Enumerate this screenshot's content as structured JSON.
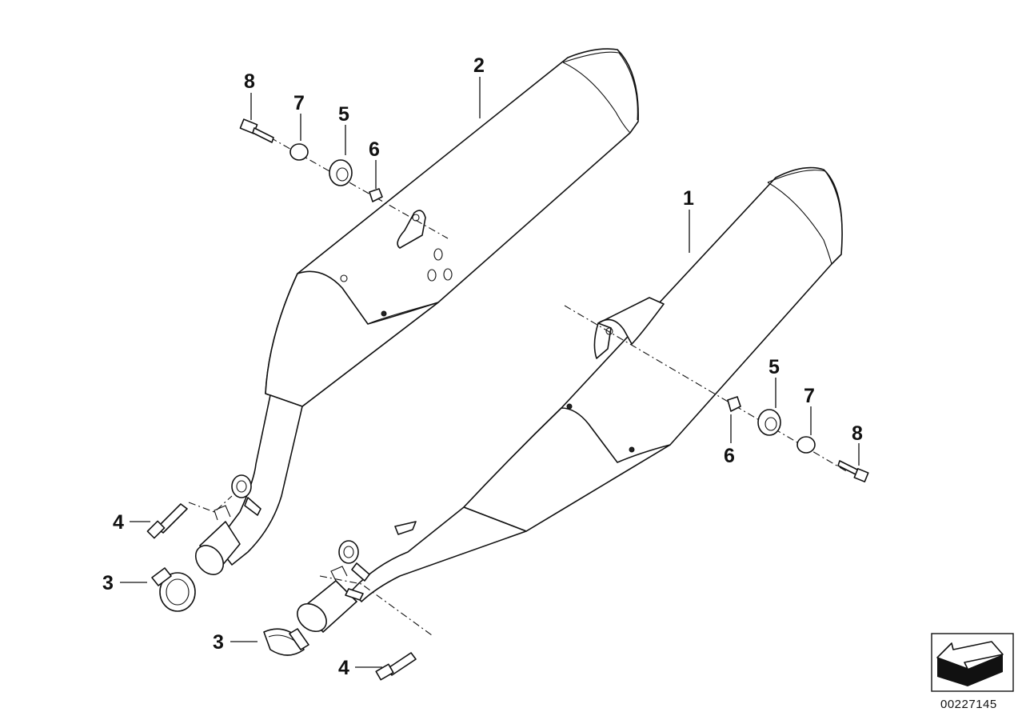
{
  "diagram": {
    "callouts": [
      {
        "id": "c-2",
        "label": "2"
      },
      {
        "id": "c-1",
        "label": "1"
      },
      {
        "id": "c-8a",
        "label": "8"
      },
      {
        "id": "c-7a",
        "label": "7"
      },
      {
        "id": "c-5a",
        "label": "5"
      },
      {
        "id": "c-6a",
        "label": "6"
      },
      {
        "id": "c-5b",
        "label": "5"
      },
      {
        "id": "c-7b",
        "label": "7"
      },
      {
        "id": "c-6b",
        "label": "6"
      },
      {
        "id": "c-8b",
        "label": "8"
      },
      {
        "id": "c-4a",
        "label": "4"
      },
      {
        "id": "c-3a",
        "label": "3"
      },
      {
        "id": "c-3b",
        "label": "3"
      },
      {
        "id": "c-4b",
        "label": "4"
      }
    ],
    "document_number": "00227145",
    "icons": {
      "orientation": "direction-arrow-icon"
    }
  }
}
